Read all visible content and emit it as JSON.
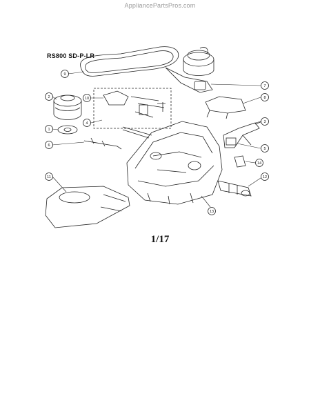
{
  "watermark": "AppliancePartsPros.com",
  "model_label": "RS800 SD-P-LR",
  "page_number": "1/17",
  "callouts": [
    {
      "id": "c9",
      "label": "9"
    },
    {
      "id": "c2",
      "label": "2"
    },
    {
      "id": "c10",
      "label": "10"
    },
    {
      "id": "c4",
      "label": "4"
    },
    {
      "id": "c1",
      "label": "1"
    },
    {
      "id": "c6",
      "label": "6"
    },
    {
      "id": "c7",
      "label": "7"
    },
    {
      "id": "c8",
      "label": "8"
    },
    {
      "id": "c3",
      "label": "3"
    },
    {
      "id": "c5",
      "label": "5"
    },
    {
      "id": "c14",
      "label": "14"
    },
    {
      "id": "c12",
      "label": "12"
    },
    {
      "id": "c11",
      "label": "11"
    },
    {
      "id": "c13",
      "label": "13"
    }
  ]
}
